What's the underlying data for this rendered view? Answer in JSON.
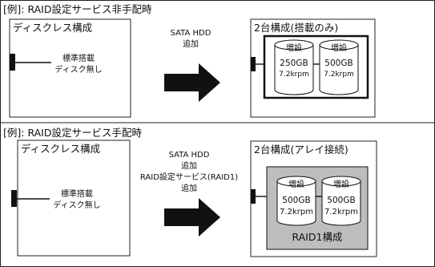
{
  "sections": [
    {
      "heading": "[例]: RAID設定サービス非手配時",
      "left_box": {
        "title": "ディスクレス構成",
        "line1": "標準搭載",
        "line2": "ディスク無し"
      },
      "action": [
        "SATA HDD",
        "追加"
      ],
      "right_box": {
        "title": "2台構成(搭載のみ)",
        "disks": [
          {
            "label": "増設",
            "capacity": "250GB",
            "speed": "7.2krpm"
          },
          {
            "label": "増設",
            "capacity": "500GB",
            "speed": "7.2krpm"
          }
        ]
      }
    },
    {
      "heading": "[例]: RAID設定サービス手配時",
      "left_box": {
        "title": "ディスクレス構成",
        "line1": "標準搭載",
        "line2": "ディスク無し"
      },
      "action": [
        "SATA HDD",
        "追加",
        "RAID設定サービス(RAID1)",
        "追加"
      ],
      "right_box": {
        "title": "2台構成(アレイ接続)",
        "disks": [
          {
            "label": "増設",
            "capacity": "500GB",
            "speed": "7.2krpm"
          },
          {
            "label": "増設",
            "capacity": "500GB",
            "speed": "7.2krpm"
          }
        ],
        "group_label": "RAID1構成",
        "group_color": "#bdbdbd"
      }
    }
  ]
}
